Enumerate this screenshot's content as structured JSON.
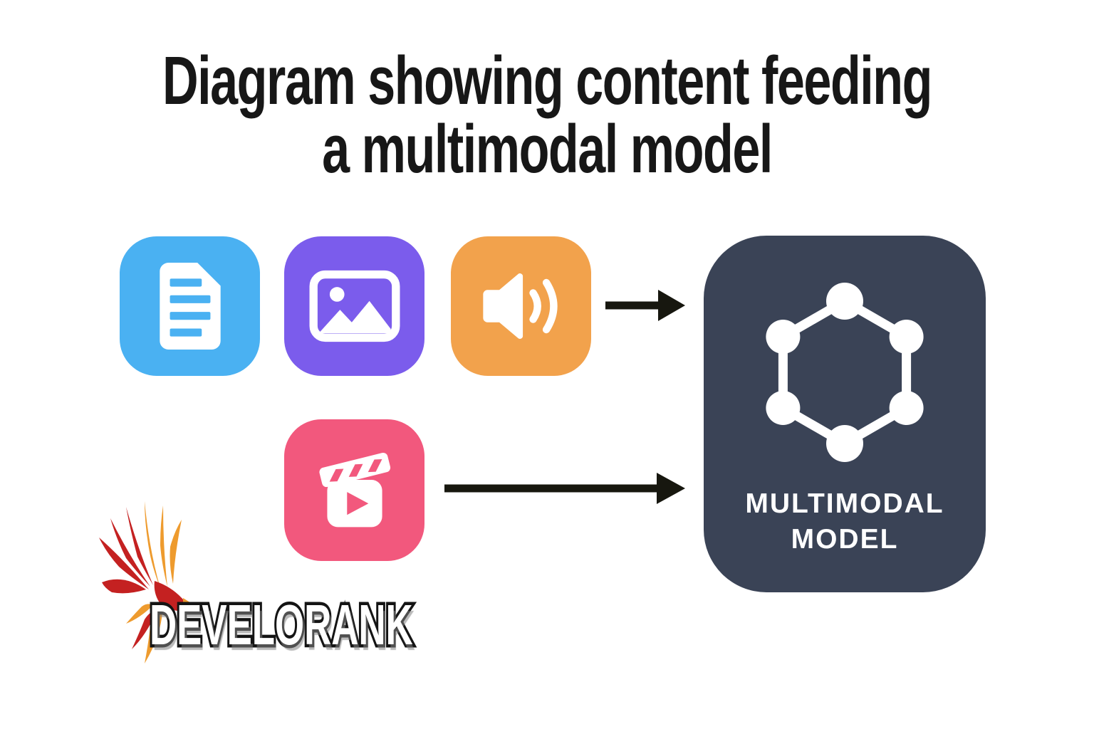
{
  "title": {
    "line1": "Diagram showing content feeding",
    "line2": "a multimodal model"
  },
  "colors": {
    "background": "#FFFFFF",
    "title_text": "#171717",
    "arrow": "#17170F",
    "icon_white": "#FFFFFF"
  },
  "tiles": [
    {
      "name": "Document",
      "icon": "document-icon",
      "color": "#4AB1F2"
    },
    {
      "name": "Image",
      "icon": "image-icon",
      "color": "#7B5CEC"
    },
    {
      "name": "Audio",
      "icon": "audio-icon",
      "color": "#F2A24C"
    },
    {
      "name": "Video",
      "icon": "video-icon",
      "color": "#F2587D"
    }
  ],
  "model_box": {
    "label_line1": "MULTIMODAL",
    "label_line2": "MODEL",
    "background": "#3A4356",
    "icon": "network-hexagon-icon",
    "text_color": "#FFFFFF"
  },
  "watermark": {
    "brand": "DEVELORANK",
    "logo": "phoenix-logo",
    "text_fill": "#FFFFFF",
    "text_outline": "#141414",
    "wing_red": "#C42121",
    "wing_orange": "#EE9B2E"
  }
}
